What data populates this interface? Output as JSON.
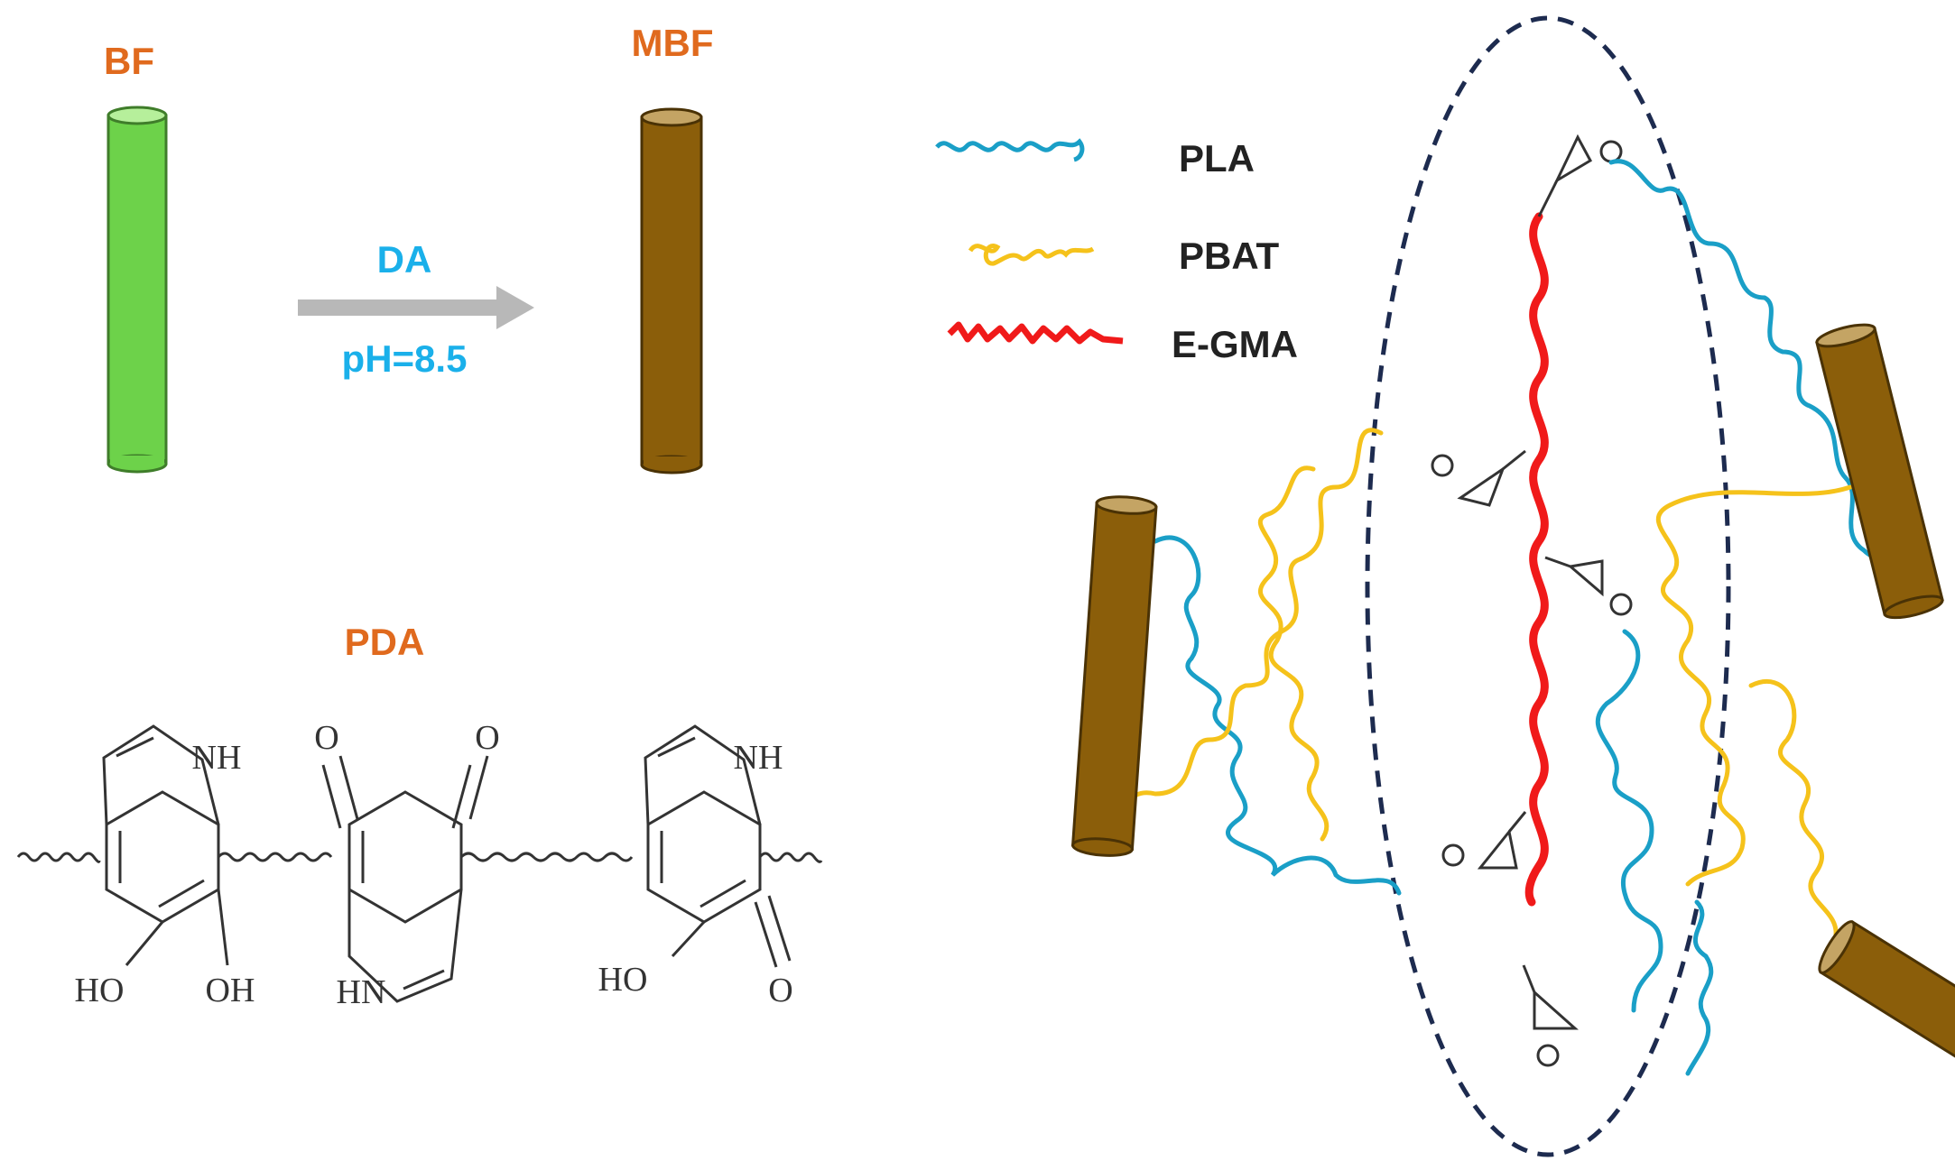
{
  "labels": {
    "bf": "BF",
    "mbf": "MBF",
    "reagent": "DA",
    "condition": "pH=8.5",
    "pda": "PDA"
  },
  "legend": [
    {
      "name": "PLA",
      "color": "#1a9fc7"
    },
    {
      "name": "PBAT",
      "color": "#f5c21b"
    },
    {
      "name": "E-GMA",
      "color": "#f01a1a"
    }
  ],
  "atoms": {
    "nh": "NH",
    "hn": "HN",
    "ho": "HO",
    "oh": "OH",
    "o": "O"
  },
  "colors": {
    "label_orange": "#e06a1e",
    "label_blue": "#1ab0ea",
    "fiber_green": "#6dd24a",
    "fiber_brown": "#8b5e0a",
    "arrow_gray": "#b8b8b8",
    "ellipse": "#1d2b4f"
  }
}
